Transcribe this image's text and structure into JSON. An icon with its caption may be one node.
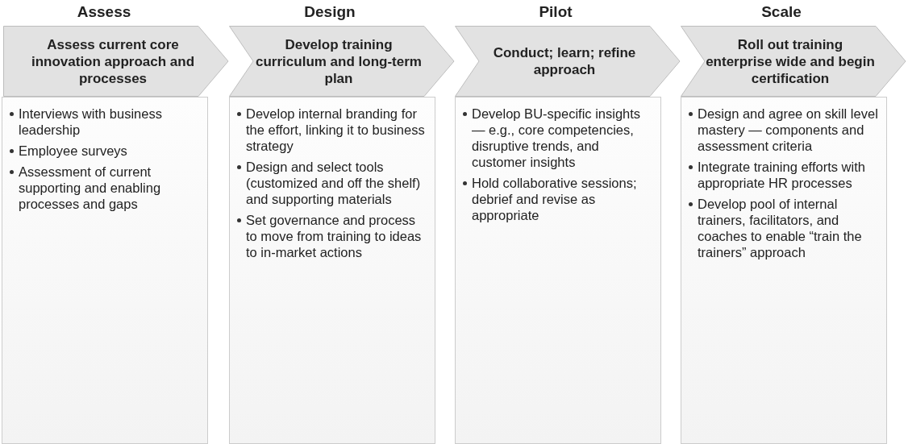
{
  "diagram": {
    "nodes": [
      {
        "text": [
          "Assess",
          "Assess current core innovation approach and processes"
        ]
      },
      {
        "text": [
          "Design",
          "Develop training curriculum and long-term plan"
        ]
      },
      {
        "text": [
          "Pilot",
          "Conduct; learn; refine approach"
        ]
      },
      {
        "text": [
          "Scale",
          "Roll out training enterprise wide and begin certification"
        ]
      },
      {
        "text": [
          "Interviews with business leadership",
          "Employee surveys",
          "Assessment of current supporting and enabling processes and gaps"
        ]
      },
      {
        "text": [
          "Develop internal branding for the effort, linking it to business strategy",
          "Design and select tools (customized and off the shelf) and supporting materials",
          "Set governance and process to move from training to ideas to in-market actions"
        ]
      },
      {
        "text": [
          "Develop BU-specific insights — e.g., core competencies, disruptive trends, and customer insights",
          "Hold collaborative sessions; debrief and revise as appropriate"
        ]
      },
      {
        "text": [
          "Design and agree on skill level mastery — components and assessment criteria",
          "Integrate training efforts with appropriate HR processes",
          "Develop pool of internal trainers, facilitators, and coaches to enable “train the trainers” approach"
        ]
      }
    ],
    "edges": []
  }
}
